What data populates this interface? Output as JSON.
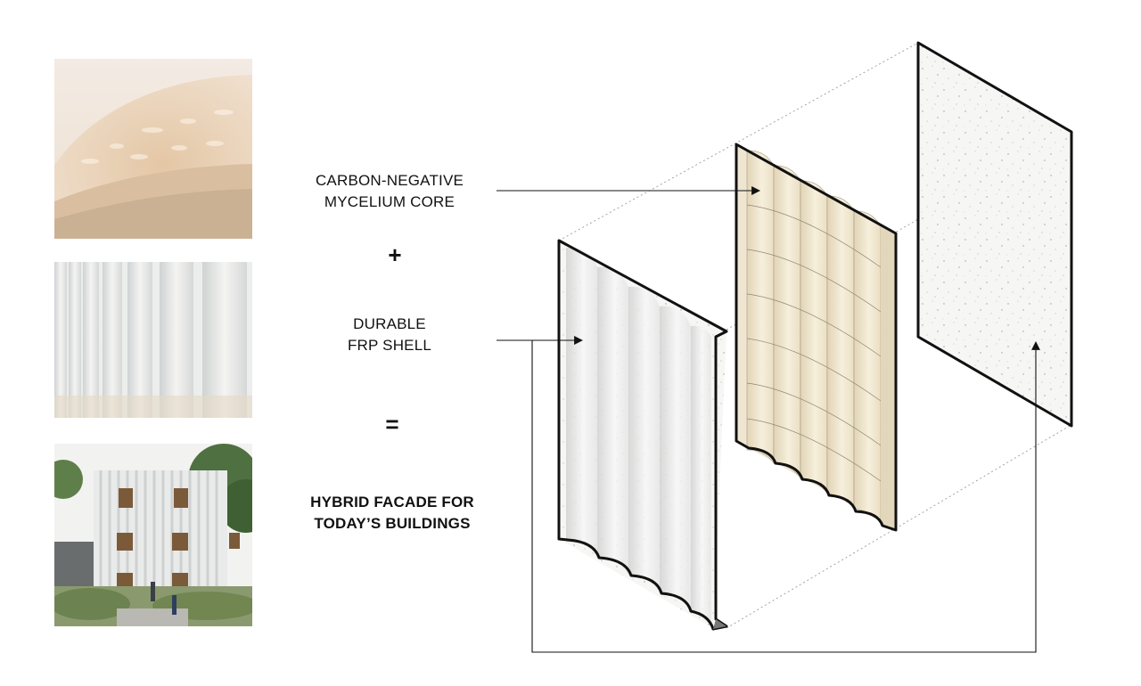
{
  "labels": {
    "core": {
      "line1": "CARBON-NEGATIVE",
      "line2": "MYCELIUM CORE"
    },
    "plus": "+",
    "shell": {
      "line1": "DURABLE",
      "line2": "FRP SHELL"
    },
    "equals": "=",
    "hybrid": {
      "line1": "HYBRID FACADE FOR",
      "line2": "TODAY’S BUILDINGS"
    }
  },
  "colors": {
    "mycelium": "#efe6d2",
    "shell": "#f1f1f1",
    "outline": "#111111",
    "guide": "#9a9a9a"
  }
}
